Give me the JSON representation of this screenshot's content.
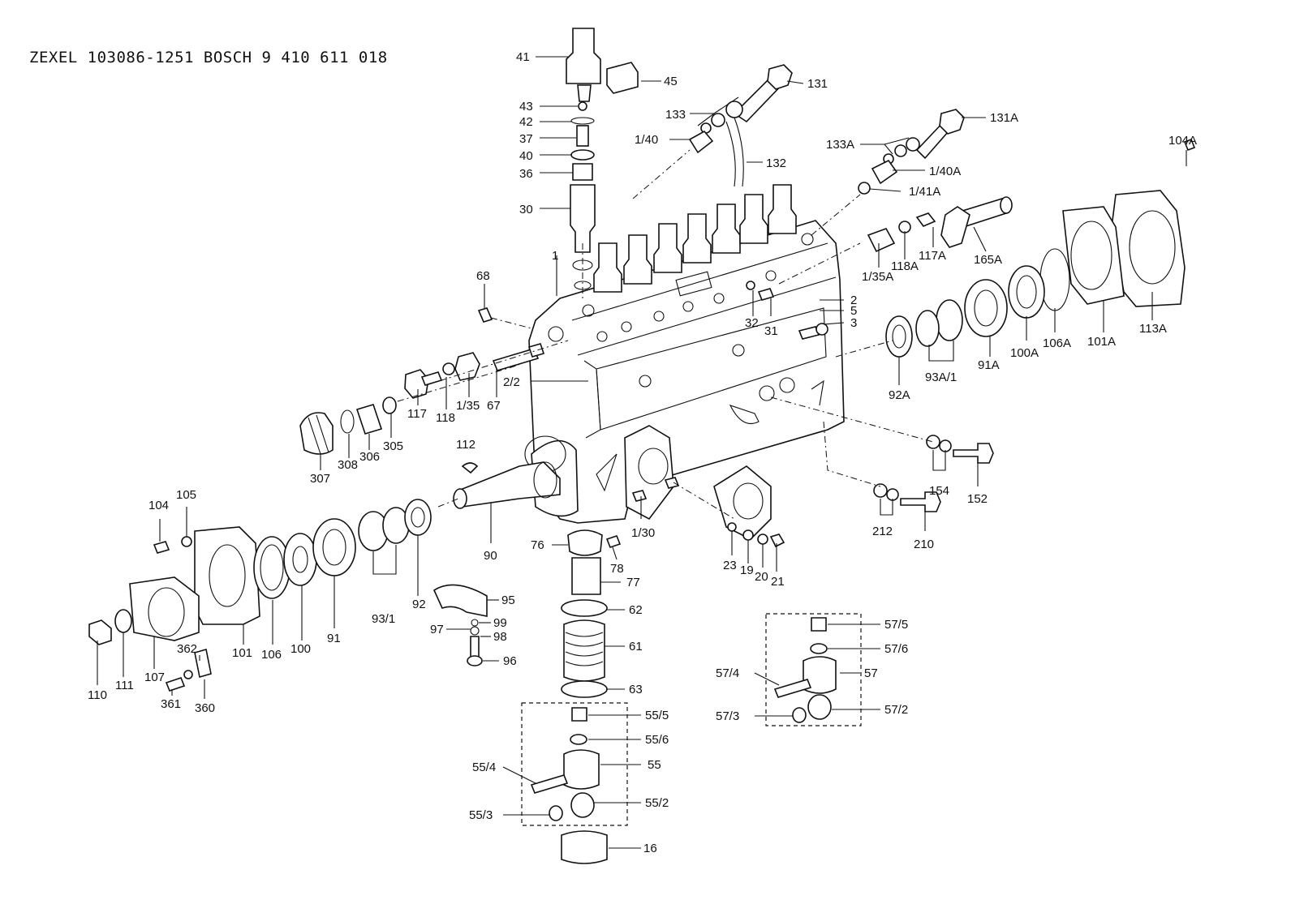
{
  "title": "ZEXEL 103086-1251  BOSCH 9 410 611 018",
  "labels": {
    "l41": "41",
    "l45": "45",
    "l43": "43",
    "l42": "42",
    "l37": "37",
    "l40": "40",
    "l36": "36",
    "l30": "30",
    "l131": "131",
    "l133": "133",
    "l1_40": "1/40",
    "l132": "132",
    "l131A": "131A",
    "l133A": "133A",
    "l1_40A": "1/40A",
    "l1_41A": "1/41A",
    "l104A": "104A",
    "l1": "1",
    "l68": "68",
    "l2": "2",
    "l5": "5",
    "l3": "3",
    "l32": "32",
    "l31": "31",
    "l1_35A": "1/35A",
    "l118A": "118A",
    "l117A": "117A",
    "l165A": "165A",
    "l113A": "113A",
    "l101A": "101A",
    "l106A": "106A",
    "l100A": "100A",
    "l91A": "91A",
    "l93A_1": "93A/1",
    "l92A": "92A",
    "l2_2": "2/2",
    "l117": "117",
    "l118": "118",
    "l1_35": "1/35",
    "l67": "67",
    "l307": "307",
    "l308": "308",
    "l306": "306",
    "l305": "305",
    "l112": "112",
    "l154": "154",
    "l152": "152",
    "l212": "212",
    "l210": "210",
    "l104": "104",
    "l105": "105",
    "l90": "90",
    "l1_30": "1/30",
    "l76": "76",
    "l78": "78",
    "l77": "77",
    "l23": "23",
    "l19": "19",
    "l20": "20",
    "l21": "21",
    "l62": "62",
    "l95": "95",
    "l99": "99",
    "l97": "97",
    "l98": "98",
    "l96": "96",
    "l61": "61",
    "l63": "63",
    "l57_5": "57/5",
    "l57_6": "57/6",
    "l57_4": "57/4",
    "l57": "57",
    "l57_3": "57/3",
    "l57_2": "57/2",
    "l55_5": "55/5",
    "l55_6": "55/6",
    "l55_4": "55/4",
    "l55": "55",
    "l55_3": "55/3",
    "l55_2": "55/2",
    "l16": "16",
    "l110": "110",
    "l111": "111",
    "l107": "107",
    "l101": "101",
    "l106": "106",
    "l100": "100",
    "l91": "91",
    "l93_1": "93/1",
    "l92": "92",
    "l362": "362",
    "l361": "361",
    "l360": "360"
  }
}
